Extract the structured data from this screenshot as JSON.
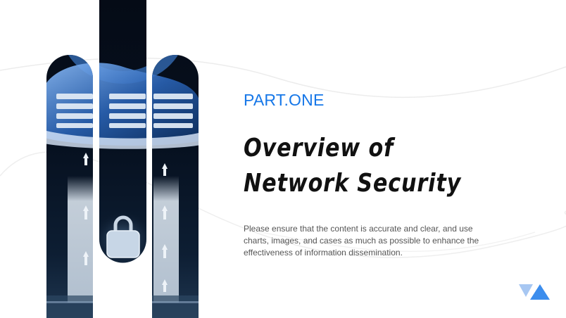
{
  "slide": {
    "part_label": "PART.ONE",
    "title": "Overview of Network Security",
    "description": "Please ensure that the content is accurate and clear, and use charts, images, and cases as much as possible to enhance the effectiveness of information dissemination."
  },
  "colors": {
    "accent": "#1677e8",
    "logo_light": "#a7c7f2",
    "logo_dark": "#3c8ded",
    "photo_dark": "#05101f",
    "photo_blue": "#3a78c8"
  },
  "images": {
    "photo_panels": "network-security-photo-panels",
    "logo": "triangle-logo-icon"
  }
}
